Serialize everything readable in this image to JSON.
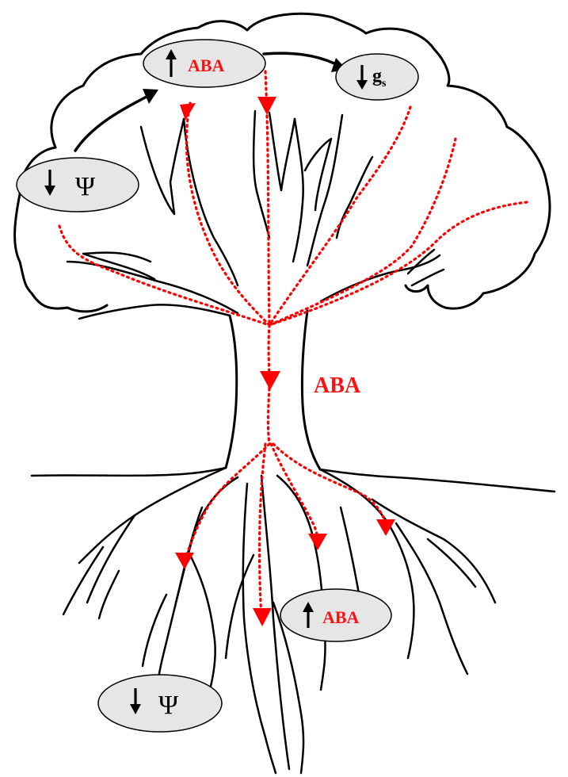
{
  "labels": {
    "aba_top": "ABA",
    "aba_trunk": "ABA",
    "aba_root": "ABA",
    "gs_main": "g",
    "gs_sub": "s",
    "psi_leaf": "Ψ",
    "psi_root": "Ψ"
  },
  "colors": {
    "signal": "#ff0000",
    "bubble_fill": "#e6e6e6",
    "outline": "#000000"
  },
  "icons": {
    "increase": "up-arrow-icon",
    "decrease": "down-arrow-icon"
  }
}
